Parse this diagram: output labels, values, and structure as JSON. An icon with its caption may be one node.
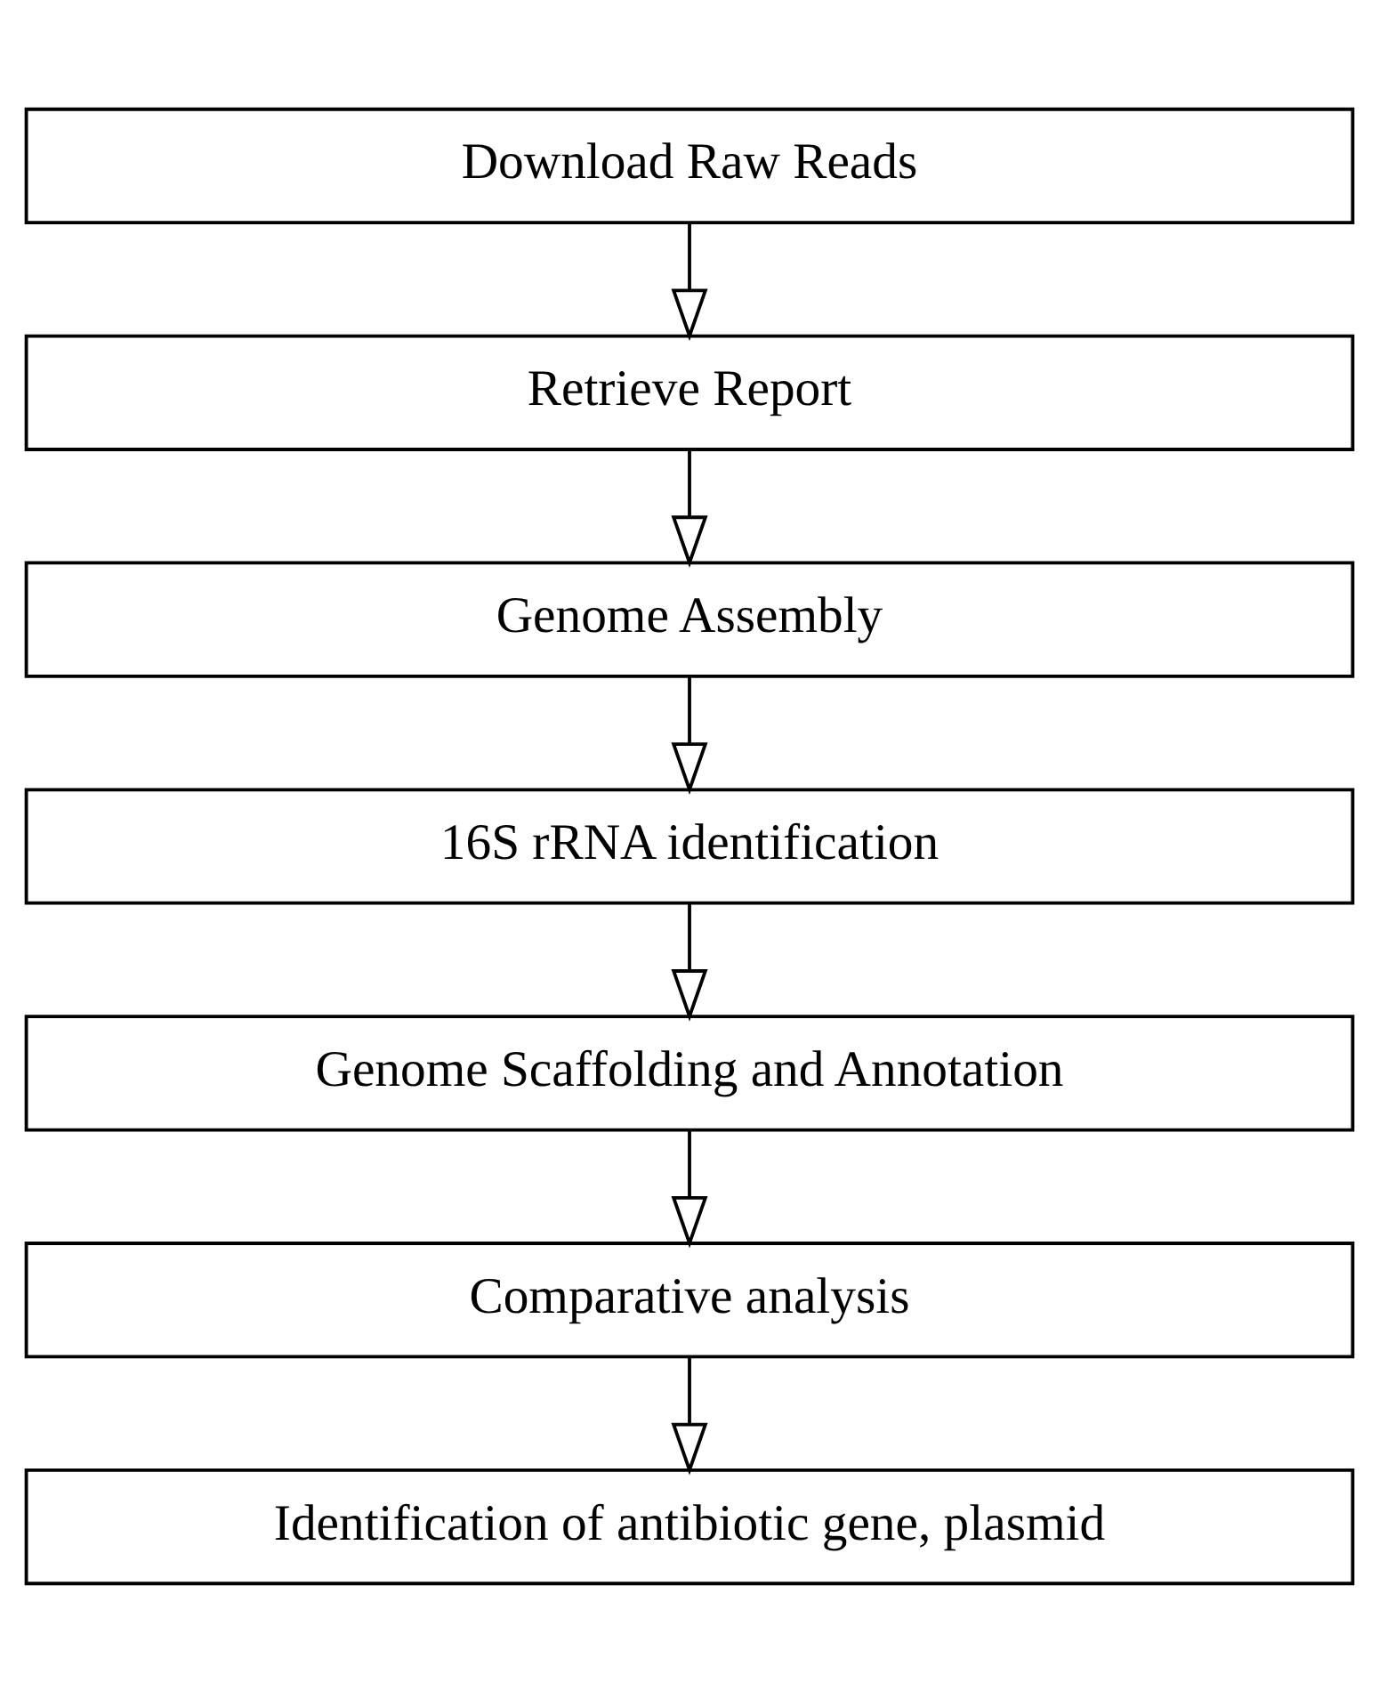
{
  "diagram": {
    "nodes": [
      {
        "text": [
          "Download Raw Reads"
        ]
      },
      {
        "text": [
          "Retrieve Report"
        ]
      },
      {
        "text": [
          "Genome Assembly"
        ]
      },
      {
        "text": [
          "16S rRNA identification"
        ]
      },
      {
        "text": [
          "Genome Scaffolding and Annotation"
        ]
      },
      {
        "text": [
          "Comparative analysis"
        ]
      },
      {
        "text": [
          "Identification of antibiotic gene, plasmid"
        ]
      }
    ],
    "edges": [
      {
        "from": 0,
        "to": 1,
        "arrow": "to"
      },
      {
        "from": 1,
        "to": 2,
        "arrow": "to"
      },
      {
        "from": 2,
        "to": 3,
        "arrow": "to"
      },
      {
        "from": 3,
        "to": 4,
        "arrow": "to"
      },
      {
        "from": 4,
        "to": 5,
        "arrow": "to"
      },
      {
        "from": 5,
        "to": 6,
        "arrow": "to"
      }
    ]
  }
}
